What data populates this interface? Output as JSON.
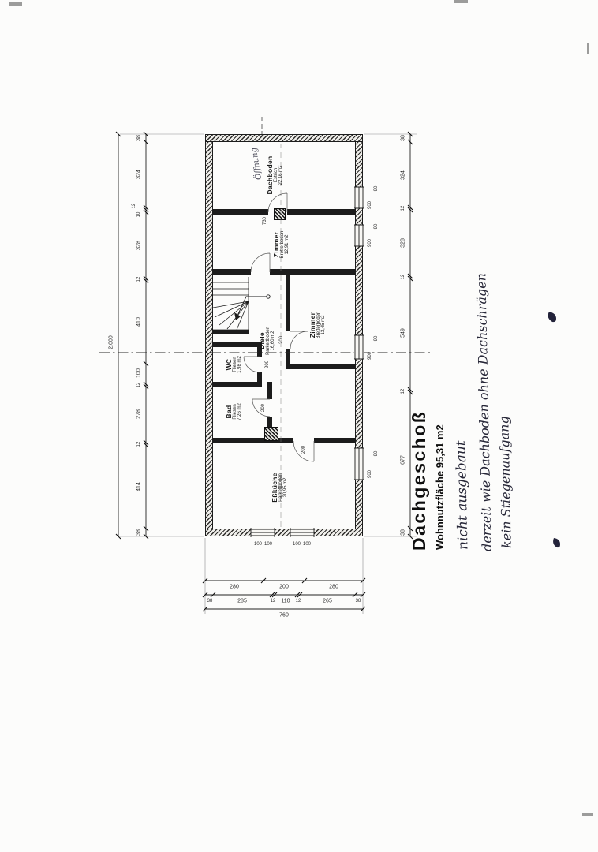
{
  "title": {
    "name": "Dachgeschoß",
    "area_line": "Wohnnutzfläche 95,31 m2"
  },
  "notes": {
    "line1": "nicht ausgebaut",
    "line2": "derzeit wie Dachboden ohne Dachschrägen",
    "line3": "kein Stiegenaufgang",
    "plan_note": "Öffnung"
  },
  "rooms": {
    "dachboden": {
      "name": "Dachboden",
      "floor": "Estrich",
      "area": "22,16 m2"
    },
    "zimmer1": {
      "name": "Zimmer",
      "floor": "Bretterboden",
      "area": "12,91 m2"
    },
    "diele": {
      "name": "Diele",
      "floor": "Parkettboden",
      "area": "16,60 m2"
    },
    "zimmer2": {
      "name": "Zimmer",
      "floor": "Bretterboden",
      "area": "13,45 m2"
    },
    "wc": {
      "name": "WC",
      "floor": "Fliesen",
      "area": "1,98 m2"
    },
    "bad": {
      "name": "Bad",
      "floor": "Fliesen",
      "area": "7,26 m2"
    },
    "esskueche": {
      "name": "Eßküche",
      "floor": "Parkettboden",
      "area": "20,95 m2"
    }
  },
  "dims": {
    "total_length": "2.000",
    "top_chain": [
      "38",
      "414",
      "12",
      "278",
      "12",
      "100",
      "410",
      "12",
      "328",
      "10",
      "12",
      "324",
      "38"
    ],
    "bottom_chain": [
      "38",
      "677",
      "12",
      "549",
      "12",
      "328",
      "12",
      "324",
      "38"
    ],
    "depth_total": "760",
    "depth_chain": [
      "38",
      "285",
      "12",
      "110",
      "12",
      "265",
      "38"
    ],
    "depth_inner": [
      "280",
      "200",
      "280"
    ],
    "window_width": "900",
    "window_code": "90",
    "gable_window": "100",
    "door_height": "200",
    "dachboden_door": "730"
  },
  "colors": {
    "ink": "#1c1c1c",
    "hand_ink": "#262637",
    "paper": "#fcfcfb"
  }
}
